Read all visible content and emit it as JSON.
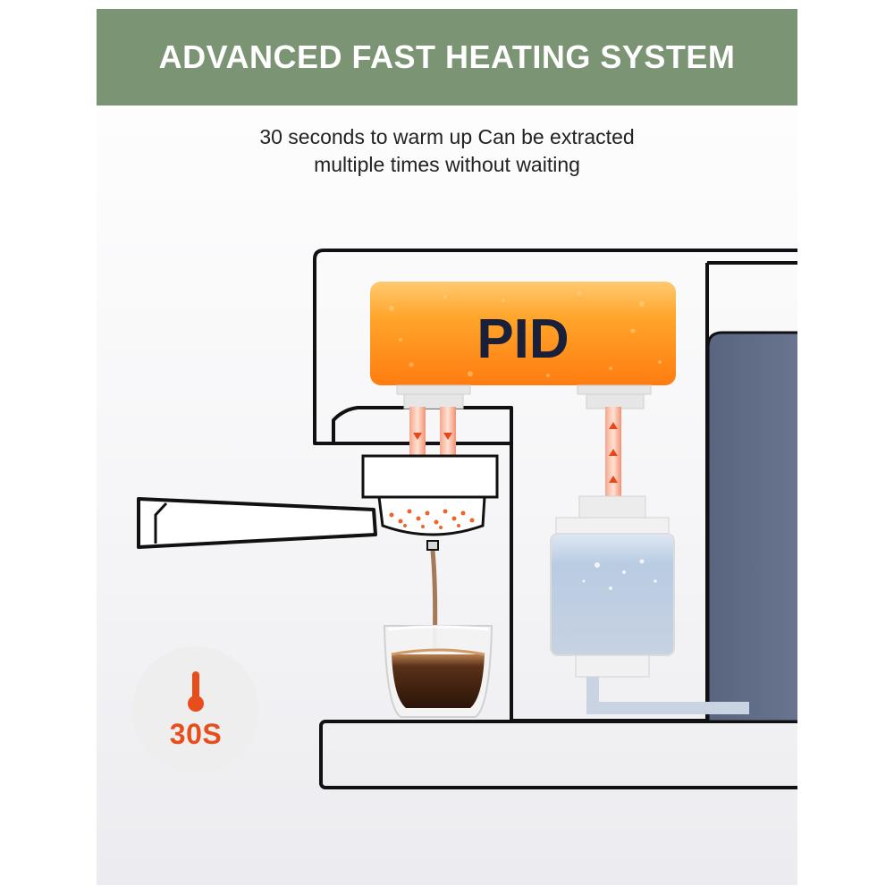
{
  "header": {
    "title": "ADVANCED FAST HEATING SYSTEM"
  },
  "subtitle": {
    "line1": "30 seconds to warm up Can be extracted",
    "line2": "multiple times without waiting"
  },
  "boiler": {
    "label": "PID"
  },
  "badge": {
    "icon": "thermometer-icon",
    "text": "30S"
  },
  "colors": {
    "banner": "#7b9473",
    "boiler_orange": "#ff9a1a",
    "accent_red": "#e84d1c",
    "machine_panel": "#5f6b86"
  }
}
